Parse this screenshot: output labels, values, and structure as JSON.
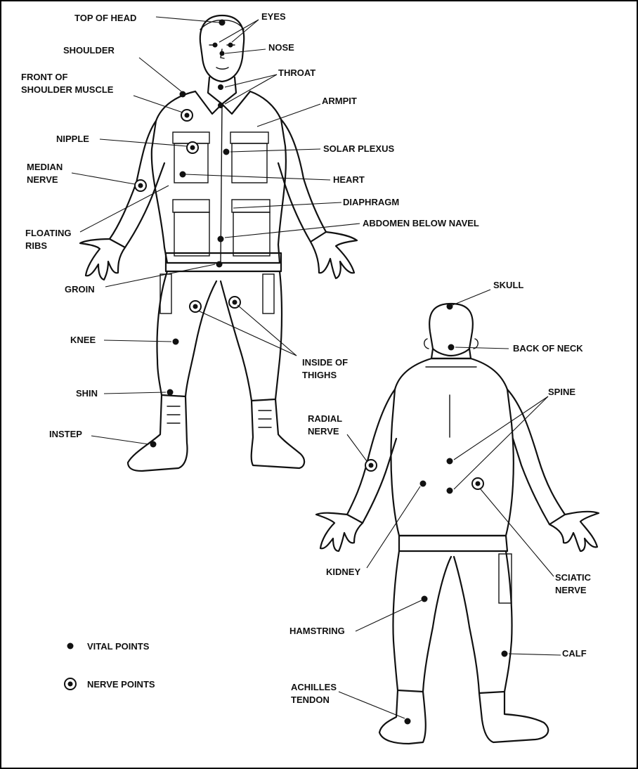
{
  "colors": {
    "ink": "#111111",
    "background": "#ffffff"
  },
  "front_labels": {
    "top_of_head": "TOP OF HEAD",
    "eyes": "EYES",
    "shoulder": "SHOULDER",
    "nose": "NOSE",
    "throat": "THROAT",
    "front_of_shoulder_muscle_1": "FRONT OF",
    "front_of_shoulder_muscle_2": "SHOULDER MUSCLE",
    "armpit": "ARMPIT",
    "nipple": "NIPPLE",
    "solar_plexus": "SOLAR PLEXUS",
    "median_nerve_1": "MEDIAN",
    "median_nerve_2": "NERVE",
    "heart": "HEART",
    "diaphragm": "DIAPHRAGM",
    "floating_ribs_1": "FLOATING",
    "floating_ribs_2": "RIBS",
    "abdomen_below_navel": "ABDOMEN BELOW NAVEL",
    "groin": "GROIN",
    "knee": "KNEE",
    "inside_of_thighs_1": "INSIDE OF",
    "inside_of_thighs_2": "THIGHS",
    "shin": "SHIN",
    "instep": "INSTEP"
  },
  "back_labels": {
    "skull": "SKULL",
    "back_of_neck": "BACK OF NECK",
    "spine": "SPINE",
    "radial_nerve_1": "RADIAL",
    "radial_nerve_2": "NERVE",
    "kidney": "KIDNEY",
    "sciatic_nerve_1": "SCIATIC",
    "sciatic_nerve_2": "NERVE",
    "hamstring": "HAMSTRING",
    "calf": "CALF",
    "achilles_tendon_1": "ACHILLES",
    "achilles_tendon_2": "TENDON"
  },
  "legend": {
    "vital_points": "VITAL POINTS",
    "nerve_points": "NERVE POINTS"
  }
}
